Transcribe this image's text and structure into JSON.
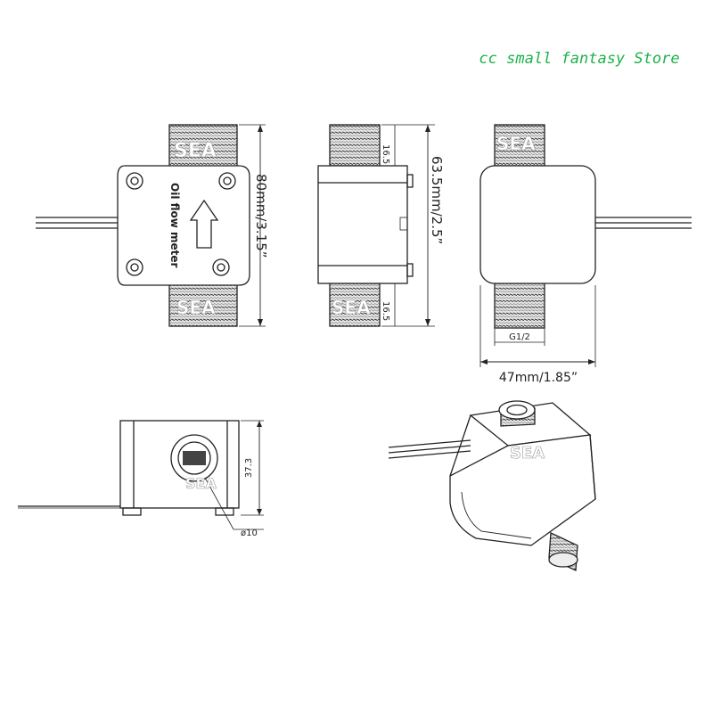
{
  "store_watermark": "cc small fantasy Store",
  "logo": "SEA",
  "front_view": {
    "body_label": "Oil flow meter",
    "height_label": "80mm/3.15”"
  },
  "side_view": {
    "height_label": "63.5mm/2.5”",
    "top_thread_label": "16.5",
    "bottom_thread_label": "16.5"
  },
  "rear_view": {
    "thread_label": "G1/2",
    "width_label": "47mm/1.85”"
  },
  "bottom_view": {
    "height_label": "37.3",
    "diameter_label": "ø10"
  },
  "colors": {
    "line": "#222222",
    "thread_fill": "#d9d9d9",
    "watermark": "#1db34a"
  }
}
